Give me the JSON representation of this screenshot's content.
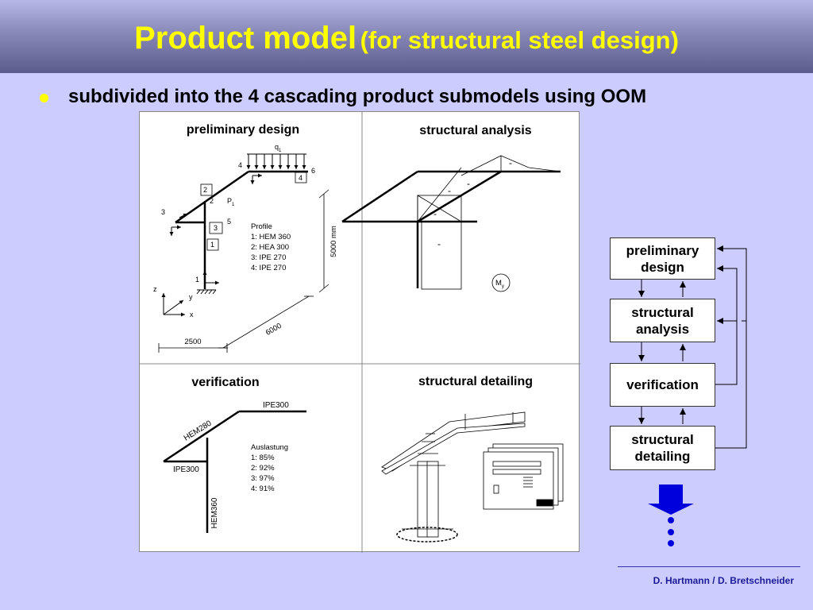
{
  "title": {
    "main": "Product model",
    "sub": "(for structural steel design)"
  },
  "bullet": "subdivided into the 4 cascading product submodels using OOM",
  "quadrants": {
    "preliminary": {
      "title": "preliminary design",
      "load_label": "q",
      "load_sub": "1",
      "point_load_label": "P",
      "point_load_sub": "1",
      "nodes": [
        "1",
        "2",
        "3",
        "4",
        "5",
        "6"
      ],
      "members": [
        "1",
        "2",
        "3",
        "4"
      ],
      "profile_title": "Profile",
      "profiles": [
        "1: HEM 360",
        "2: HEA 300",
        "3: IPE 270",
        "4: IPE 270"
      ],
      "dim_height": "5000 mm",
      "dim_depth": "6000",
      "dim_width": "2500",
      "axes": [
        "z",
        "y",
        "x"
      ]
    },
    "analysis": {
      "title": "structural analysis",
      "signs": [
        "-",
        "-",
        "-",
        "-",
        "-"
      ],
      "moment_label": "M",
      "moment_sub": "y"
    },
    "verification": {
      "title": "verification",
      "labels": [
        "IPE300",
        "HEM280",
        "IPE300",
        "HEM360"
      ],
      "util_title": "Auslastung",
      "utils": [
        "1: 85%",
        "2: 92%",
        "3: 97%",
        "4: 91%"
      ]
    },
    "detailing": {
      "title": "structural detailing"
    }
  },
  "flowchart": {
    "boxes": [
      {
        "line1": "preliminary",
        "line2": "design"
      },
      {
        "line1": "structural",
        "line2": "analysis"
      },
      {
        "line1": "verification",
        "line2": ""
      },
      {
        "line1": "structural",
        "line2": "detailing"
      }
    ]
  },
  "footer": "D. Hartmann / D. Bretschneider",
  "colors": {
    "title": "#ffff00",
    "background": "#ccccff",
    "arrow": "#0000dd",
    "footer": "#1a1a99"
  }
}
